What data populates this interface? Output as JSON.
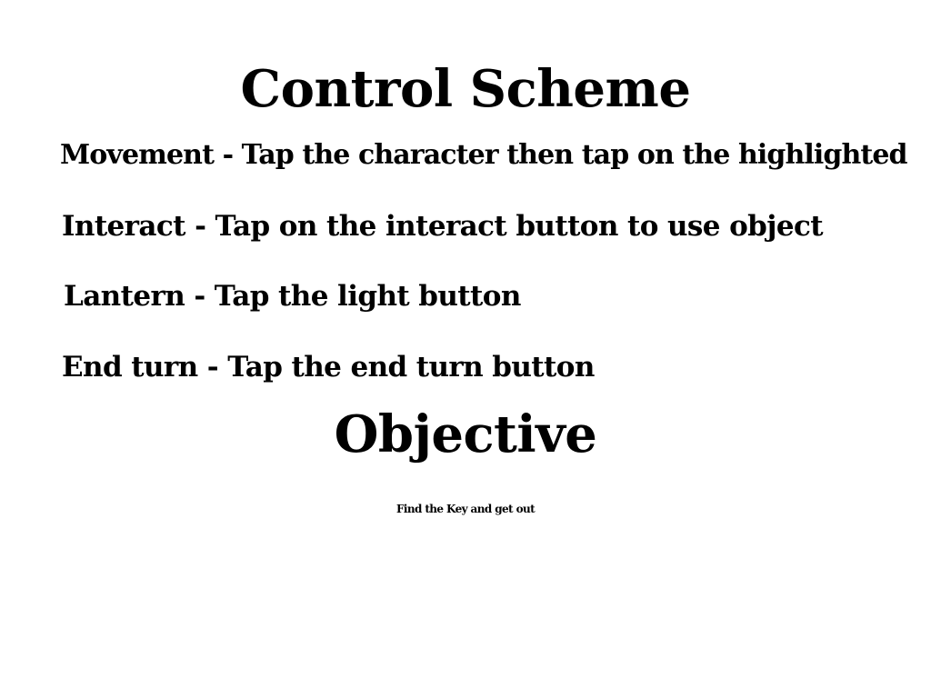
{
  "controls": {
    "title": "Control Scheme",
    "lines": [
      "Movement - Tap the character then tap on the highlighted",
      "Interact - Tap on the interact button to use object",
      "Lantern - Tap the light button",
      "End turn - Tap the end turn button"
    ]
  },
  "objective": {
    "title": "Objective",
    "text": "Find the Key and get out"
  },
  "colors": {
    "background": "#ffffff",
    "text": "#000000"
  }
}
